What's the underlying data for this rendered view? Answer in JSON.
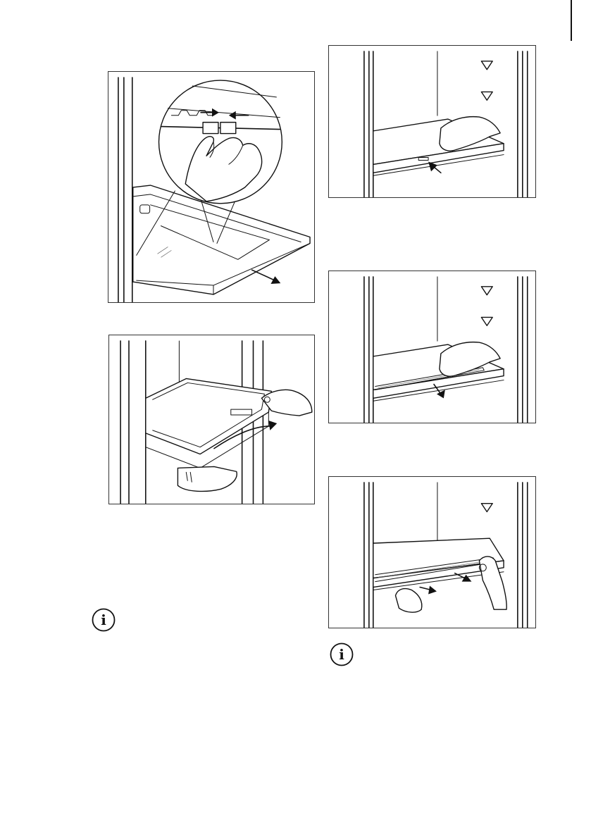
{
  "figures": [
    {
      "id": "fig1",
      "icon": "lamp-cover-clips-release-illustration",
      "arrows": [
        "push-right-arrow",
        "push-left-arrow",
        "pull-out-arrow"
      ]
    },
    {
      "id": "fig2",
      "icon": "lamp-cover-tilt-illustration",
      "arrows": [
        "curved-rotate-arrow"
      ]
    },
    {
      "id": "fig3",
      "icon": "shelf-front-press-illustration",
      "arrows": [
        "press-arrow"
      ]
    },
    {
      "id": "fig4",
      "icon": "shelf-strip-release-illustration",
      "arrows": [
        "pull-arrow"
      ]
    },
    {
      "id": "fig5",
      "icon": "shelf-strip-pull-illustration",
      "arrows": [
        "pull-arrow-left",
        "pull-arrow-right"
      ]
    }
  ],
  "info_icons": [
    {
      "id": "info1",
      "icon": "info-icon",
      "glyph": "i"
    },
    {
      "id": "info2",
      "icon": "info-icon",
      "glyph": "i"
    }
  ],
  "colors": {
    "line": "#111111",
    "border": "#333333",
    "background": "#ffffff"
  }
}
